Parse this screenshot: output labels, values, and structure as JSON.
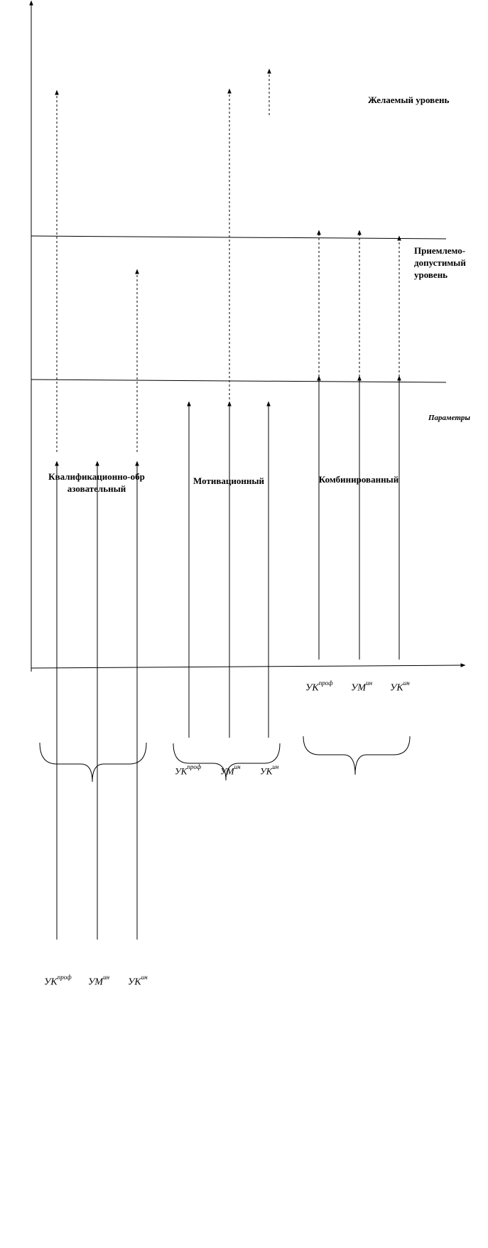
{
  "levels": {
    "desired": "Желаемый уровень",
    "acceptable": "Приемлемо-допустимый уровень",
    "parameters": "Параметры"
  },
  "categories": {
    "qualification": "Квалификационно-образовательный",
    "motivational": "Мотивационный",
    "combined": "Комбинированный"
  },
  "index_labels": {
    "uk_prof_base": "УК",
    "uk_prof_sup": "проф",
    "um_in_base": "УМ",
    "um_in_sup": "ин",
    "uk_in_base": "УК",
    "uk_in_sup": "ин"
  },
  "colors": {
    "line": "#000000",
    "background": "#ffffff"
  }
}
